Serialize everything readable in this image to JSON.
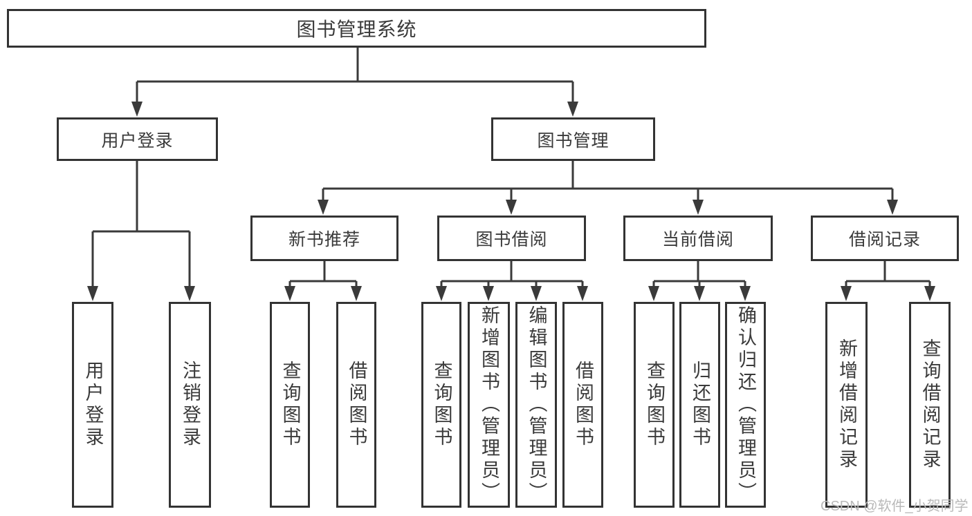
{
  "tree": {
    "root": {
      "label": "图书管理系统"
    },
    "branches": [
      {
        "label": "用户登录",
        "children": [
          {
            "label": "用户登录"
          },
          {
            "label": "注销登录"
          }
        ]
      },
      {
        "label": "图书管理",
        "groups": [
          {
            "label": "新书推荐",
            "children": [
              {
                "label": "查询图书"
              },
              {
                "label": "借阅图书"
              }
            ]
          },
          {
            "label": "图书借阅",
            "children": [
              {
                "label": "查询图书"
              },
              {
                "label": "新增图书（管理员）"
              },
              {
                "label": "编辑图书（管理员）"
              },
              {
                "label": "借阅图书"
              }
            ]
          },
          {
            "label": "当前借阅",
            "children": [
              {
                "label": "查询图书"
              },
              {
                "label": "归还图书"
              },
              {
                "label": "确认归还（管理员）"
              }
            ]
          },
          {
            "label": "借阅记录",
            "children": [
              {
                "label": "新增借阅记录"
              },
              {
                "label": "查询借阅记录"
              }
            ]
          }
        ]
      }
    ]
  },
  "watermark": "CSDN @软件_小贺同学",
  "colors": {
    "line": "#3a3a3a",
    "box_border": "#333333",
    "text": "#3a3a3a",
    "watermark": "#b9b9b9",
    "background": "#ffffff"
  }
}
